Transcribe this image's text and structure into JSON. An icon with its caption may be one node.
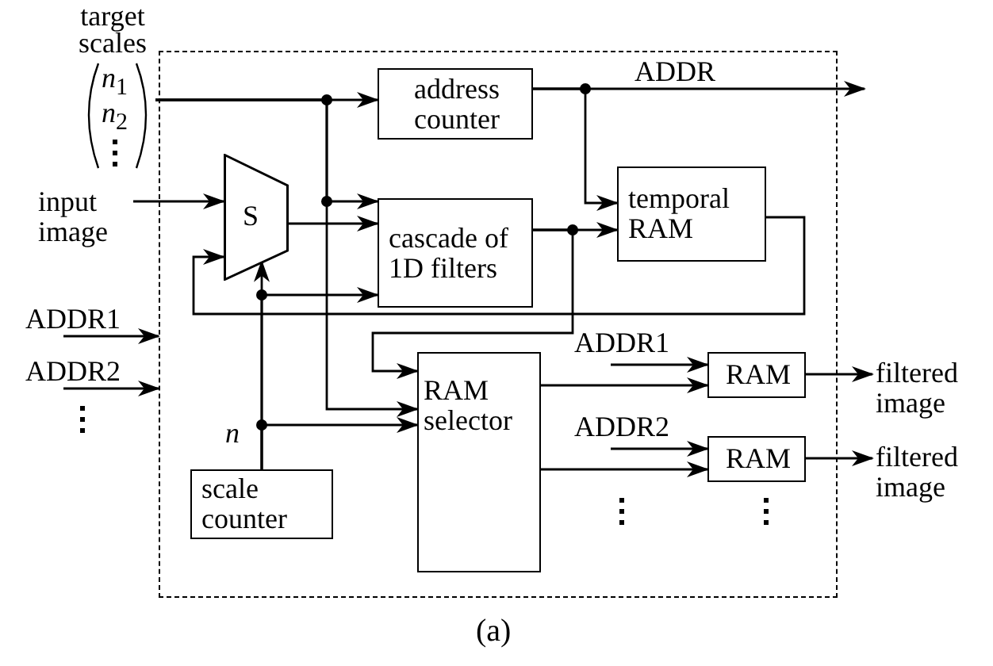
{
  "diagram": {
    "caption": "(a)",
    "nodes": [
      {
        "text": [],
        "shape": "box"
      },
      {
        "text": [
          "target scales",
          "*n*$_{1}$",
          "*n*$_{2}$"
        ]
      },
      {
        "text": [
          "input image"
        ]
      },
      {
        "text": [
          "ADDR1"
        ]
      },
      {
        "text": [
          "ADDR2"
        ]
      },
      {
        "text": [
          "address counter"
        ],
        "in": 0
      },
      {
        "text": [
          "S"
        ],
        "in": 0
      },
      {
        "text": [
          "cascade of 1D filters"
        ],
        "in": 0
      },
      {
        "text": [
          "temporal RAM"
        ],
        "in": 0
      },
      {
        "text": [
          "RAM selector"
        ],
        "in": 0
      },
      {
        "text": [
          "scale counter"
        ],
        "in": 0
      },
      {
        "text": [
          "RAM"
        ],
        "in": 0
      },
      {
        "text": [
          "RAM"
        ],
        "in": 0
      },
      {
        "text": [
          "filtered image"
        ]
      },
      {
        "text": [
          "filtered image"
        ]
      }
    ],
    "edges": [
      {
        "from": 1,
        "to": 5,
        "arrow": "to"
      },
      {
        "from": 1,
        "to": 7,
        "arrow": "to"
      },
      {
        "from": 1,
        "to": 9,
        "arrow": "to"
      },
      {
        "from": 2,
        "to": 6,
        "arrow": "to"
      },
      {
        "from": 6,
        "to": 7,
        "arrow": "to"
      },
      {
        "from": 8,
        "to": 6,
        "arrow": "to"
      },
      {
        "from": 10,
        "to": 6,
        "arrow": "to"
      },
      {
        "from": 10,
        "to": 7,
        "arrow": "to"
      },
      {
        "from": 10,
        "to": 9,
        "arrow": "to"
      },
      {
        "from": 3,
        "to": 0,
        "arrow": "to"
      },
      {
        "from": 4,
        "to": 0,
        "arrow": "to"
      },
      {
        "from": 5,
        "to": null,
        "label": "ADDR",
        "arrow": "to"
      },
      {
        "from": 5,
        "to": 8,
        "arrow": "to"
      },
      {
        "from": 7,
        "to": 8,
        "arrow": "to"
      },
      {
        "from": 7,
        "to": 9,
        "arrow": "to"
      },
      {
        "from": 9,
        "to": 11,
        "arrow": "to"
      },
      {
        "from": 9,
        "to": 12,
        "arrow": "to"
      },
      {
        "from": null,
        "to": 11,
        "label": "ADDR1",
        "arrow": "to"
      },
      {
        "from": null,
        "to": 12,
        "label": "ADDR2",
        "arrow": "to"
      },
      {
        "from": 11,
        "to": 13,
        "arrow": "to"
      },
      {
        "from": 12,
        "to": 14,
        "arrow": "to"
      }
    ],
    "labels": [
      "n"
    ]
  }
}
